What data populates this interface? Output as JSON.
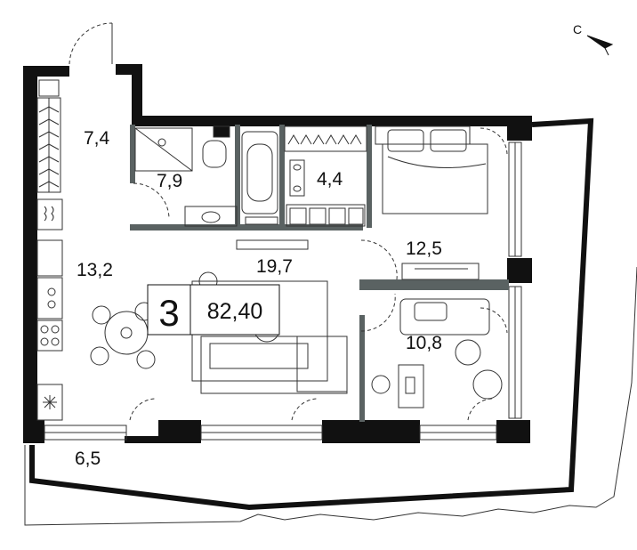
{
  "compass": {
    "label": "С",
    "icon": "north-arrow-icon"
  },
  "summary": {
    "rooms": "3",
    "total_area": "82,40"
  },
  "rooms": [
    {
      "id": "hall",
      "area": "7,4"
    },
    {
      "id": "bathroom",
      "area": "7,9"
    },
    {
      "id": "wardrobe",
      "area": "4,4"
    },
    {
      "id": "kitchen",
      "area": "13,2"
    },
    {
      "id": "living-room",
      "area": "19,7"
    },
    {
      "id": "bedroom",
      "area": "12,5"
    },
    {
      "id": "study",
      "area": "10,8"
    },
    {
      "id": "balcony",
      "area": "6,5"
    }
  ],
  "colors": {
    "wall": "#111111",
    "partition": "#555d5d",
    "line": "#333333"
  }
}
